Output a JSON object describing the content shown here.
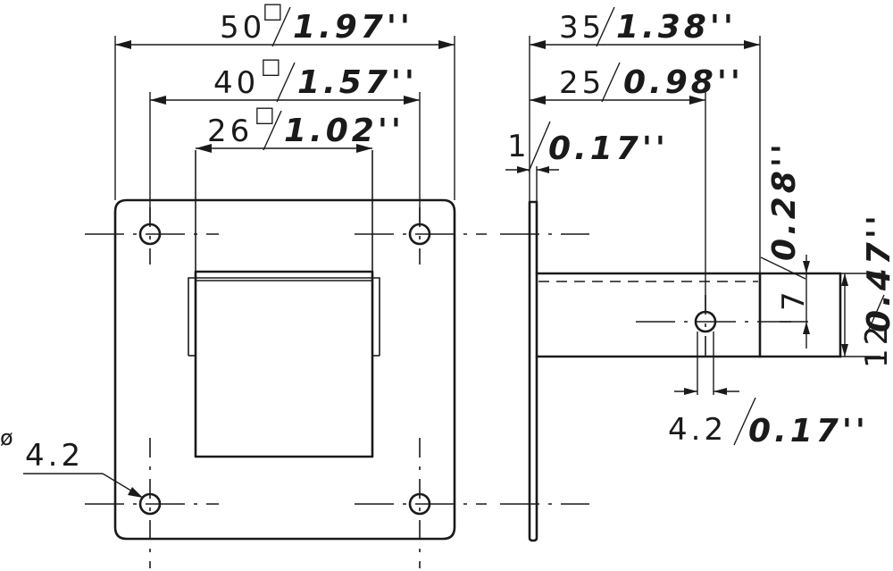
{
  "dimensions": {
    "outer_width": {
      "metric": "50",
      "sep": "/",
      "imperial": "1.97''"
    },
    "hole_spacing": {
      "metric": "40",
      "sep": "/",
      "imperial": "1.57''"
    },
    "inner_width": {
      "metric": "26",
      "sep": "/",
      "imperial": "1.02''"
    },
    "depth_total": {
      "metric": "35",
      "sep": "/",
      "imperial": "1.38''"
    },
    "depth_hole": {
      "metric": "25",
      "sep": "/",
      "imperial": "0.98''"
    },
    "plate_thickness": {
      "metric": "1",
      "sep": "/",
      "imperial": "0.17''"
    },
    "arm_hole_offset": {
      "metric": "7",
      "sep": "/",
      "imperial": "0.28''"
    },
    "arm_height": {
      "metric": "12",
      "sep": "/",
      "imperial": "0.47''"
    },
    "arm_hole_diameter": {
      "metric": "4.2",
      "sep": "/",
      "imperial": "0.17''"
    },
    "mount_hole_diameter": {
      "symbol": "ø",
      "value": "4.2"
    }
  },
  "symbols": {
    "square": "□"
  },
  "colors": {
    "line": "#1a1a1a",
    "background": "#ffffff"
  }
}
